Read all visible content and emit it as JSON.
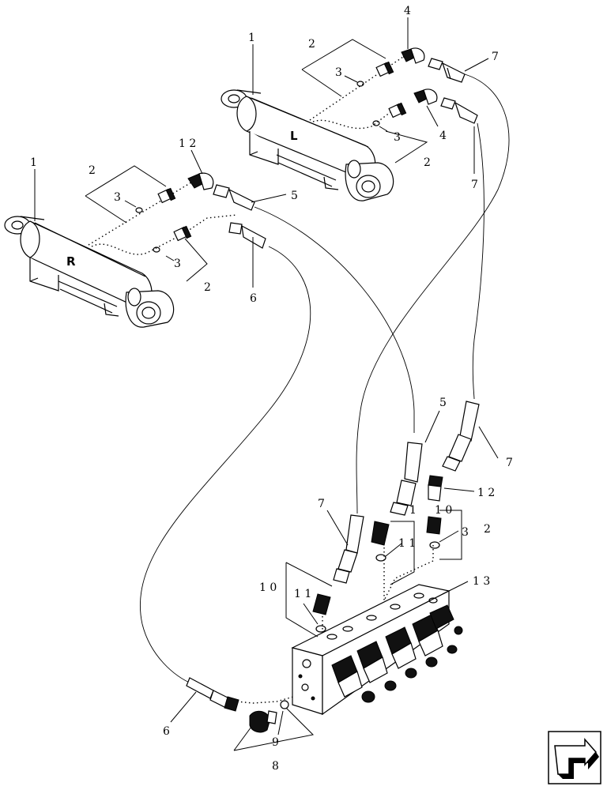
{
  "cylinders": {
    "left_label": "L",
    "right_label": "R"
  },
  "callouts": {
    "c1_left_cyl": "1",
    "c2_left_top": "2",
    "c3_left_top": "3",
    "c4_left_top": "4",
    "c7_left_top": "7",
    "c3_left_mid": "3",
    "c4_left_mid": "4",
    "c2_left_mid": "2",
    "c7_left_mid": "7",
    "c1_right_cyl": "1",
    "c2_right_top": "2",
    "c3_right_top": "3",
    "c12_right": "1 2",
    "c5_right": "5",
    "c3_right_mid": "3",
    "c2_right_mid": "2",
    "c6_right": "6",
    "c5_valve": "5",
    "c7_valve_right": "7",
    "c12_valve": "1 2",
    "c10_valve_right": "1 0",
    "c3_valve_right": "3",
    "c2_valve_right": "2",
    "c1_valve_mid": "1",
    "c11_valve_mid": "1 1",
    "c7_valve_left": "7",
    "c10_valve_left": "1 0",
    "c11_valve_left": "1 1",
    "c13_valve": "1 3",
    "c6_bottom": "6",
    "c9_bottom": "9",
    "c8_bottom": "8"
  },
  "nav_icon": "next-page-arrow-icon"
}
